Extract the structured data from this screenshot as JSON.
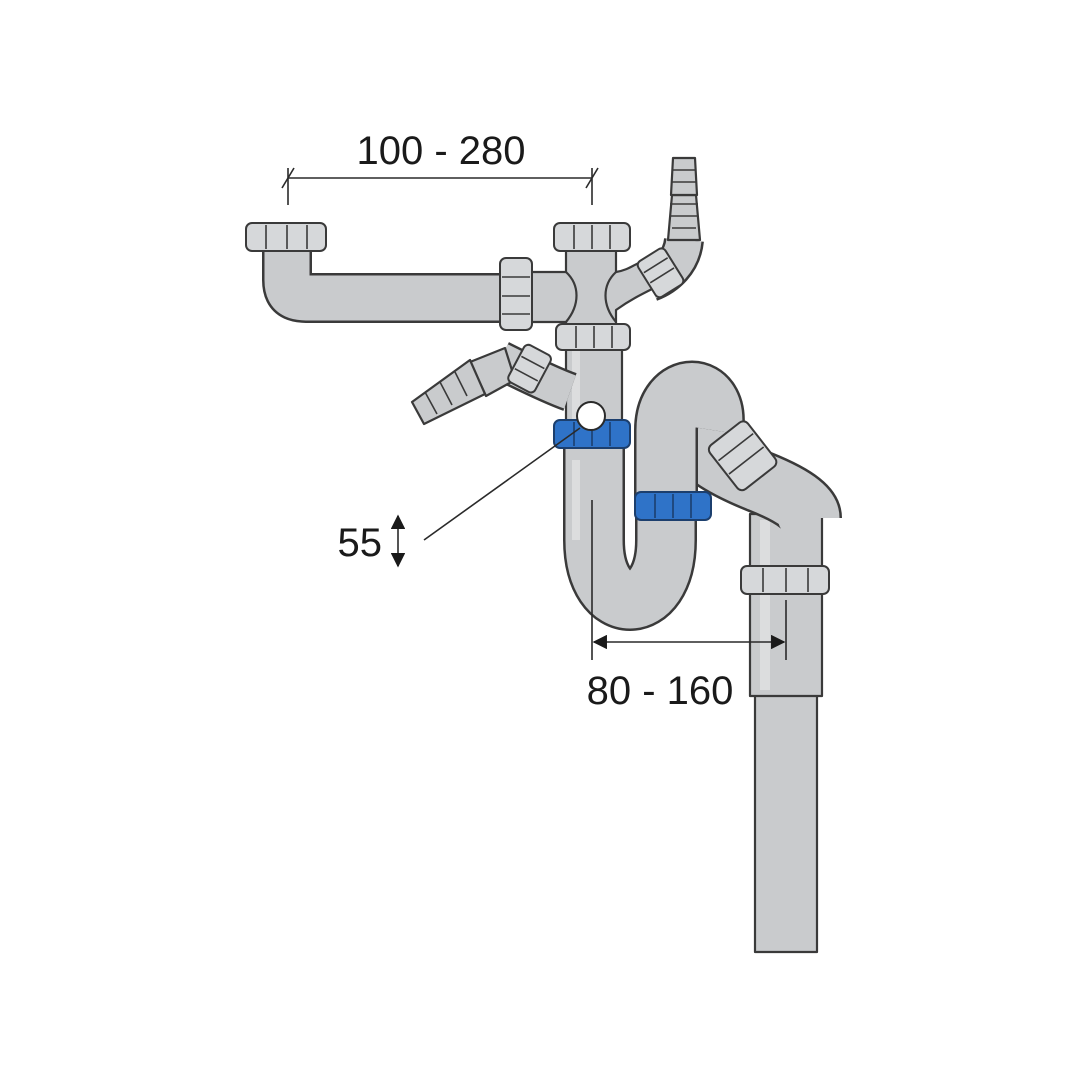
{
  "dimensions": {
    "waste_arm_span": "100 - 280",
    "seal_depth": "55",
    "trap_outlet_offset": "80 - 160"
  },
  "colors": {
    "pipe": "#c9cbcd",
    "pipe_outline": "#3a3a3a",
    "seal_ring": "#2f73c8",
    "background": "#ffffff"
  }
}
